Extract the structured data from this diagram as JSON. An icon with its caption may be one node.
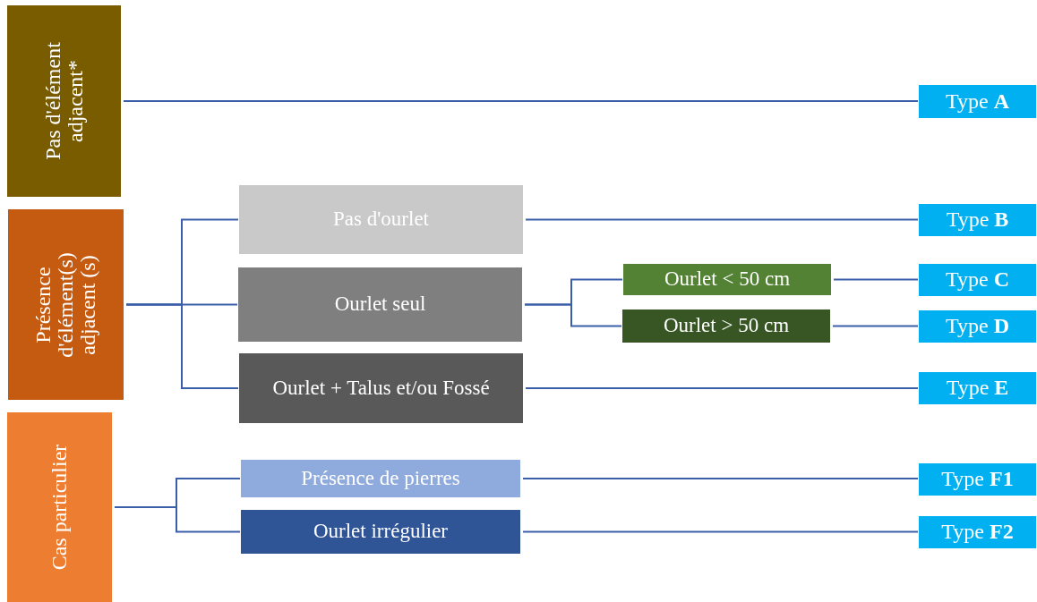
{
  "diagram": {
    "nodes": [
      {
        "text": [
          "Pas d'élément adjacent*"
        ]
      },
      {
        "text": [
          "Présence d'élément(s) adjacent (s)"
        ]
      },
      {
        "text": [
          "Cas particulier"
        ]
      },
      {
        "text": [
          "Pas d'ourlet"
        ]
      },
      {
        "text": [
          "Ourlet seul"
        ]
      },
      {
        "text": [
          "Ourlet + Talus et/ou Fossé"
        ]
      },
      {
        "text": [
          "Ourlet < 50 cm"
        ]
      },
      {
        "text": [
          "Ourlet > 50 cm"
        ]
      },
      {
        "text": [
          "Présence de pierres"
        ]
      },
      {
        "text": [
          "Ourlet irrégulier"
        ]
      },
      {
        "text": [
          "Type **A**"
        ]
      },
      {
        "text": [
          "Type **B**"
        ]
      },
      {
        "text": [
          "Type **C**"
        ]
      },
      {
        "text": [
          "Type **D**"
        ]
      },
      {
        "text": [
          "Type **E**"
        ]
      },
      {
        "text": [
          "Type **F1**"
        ]
      },
      {
        "text": [
          "Type **F2**"
        ]
      }
    ],
    "edges": [
      {
        "from": 0,
        "to": 10,
        "arrow": "none"
      },
      {
        "from": 1,
        "to": 3,
        "arrow": "none"
      },
      {
        "from": 1,
        "to": 4,
        "arrow": "none"
      },
      {
        "from": 1,
        "to": 5,
        "arrow": "none"
      },
      {
        "from": 3,
        "to": 11,
        "arrow": "none"
      },
      {
        "from": 4,
        "to": 6,
        "arrow": "none"
      },
      {
        "from": 4,
        "to": 7,
        "arrow": "none"
      },
      {
        "from": 6,
        "to": 12,
        "arrow": "none"
      },
      {
        "from": 7,
        "to": 13,
        "arrow": "none"
      },
      {
        "from": 5,
        "to": 14,
        "arrow": "none"
      },
      {
        "from": 2,
        "to": 8,
        "arrow": "none"
      },
      {
        "from": 2,
        "to": 9,
        "arrow": "none"
      },
      {
        "from": 8,
        "to": 15,
        "arrow": "none"
      },
      {
        "from": 9,
        "to": 16,
        "arrow": "none"
      }
    ]
  }
}
